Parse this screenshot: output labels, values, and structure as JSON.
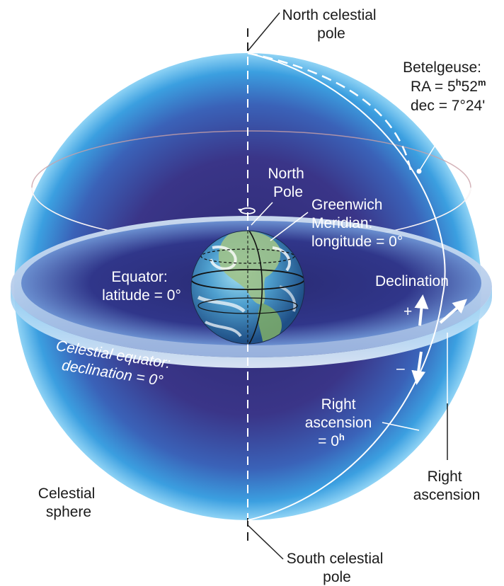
{
  "labels": {
    "north_celestial_pole": [
      "North celestial",
      "pole"
    ],
    "south_celestial_pole": [
      "South celestial",
      "pole"
    ],
    "betelgeuse": {
      "name": "Betelgeuse:",
      "ra_prefix": "RA = 5",
      "ra_h": "h",
      "ra_mid": "52",
      "ra_m": "m",
      "dec": "dec = 7°24'"
    },
    "north_pole": [
      "North",
      "Pole"
    ],
    "greenwich": [
      "Greenwich",
      "Meridian:",
      "longitude = 0°"
    ],
    "equator": [
      "Equator:",
      "latitude = 0°"
    ],
    "declination": "Declination",
    "plus": "+",
    "minus": "–",
    "celestial_equator": [
      "Celestial equator:",
      "declination = 0°"
    ],
    "ra_zero": {
      "line1": "Right",
      "line2": "ascension",
      "line3_prefix": "= 0",
      "line3_sup": "h"
    },
    "right_ascension": [
      "Right",
      "ascension"
    ],
    "celestial_sphere": [
      "Celestial",
      "sphere"
    ]
  },
  "colors": {
    "sphere_edge": "#39a9e4",
    "sphere_core": "#3a2f7e",
    "plane_fill": "#a9c3e6",
    "earth_ocean": "#3d8cc4",
    "line_white": "#ffffff",
    "text_dark": "#1a1a1a"
  }
}
